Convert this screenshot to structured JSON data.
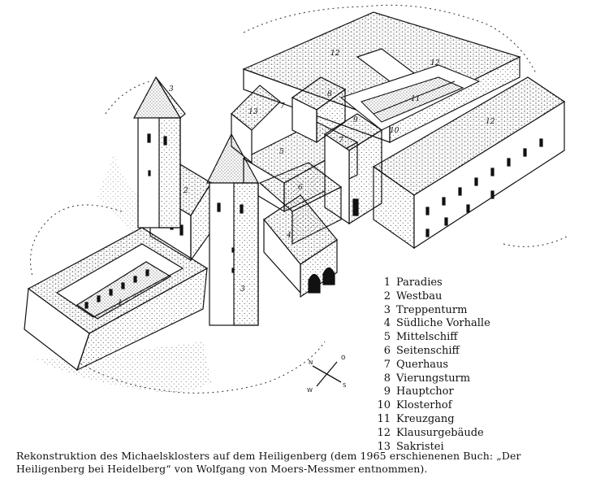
{
  "legend": [
    {
      "num": "1",
      "label": "Paradies"
    },
    {
      "num": "2",
      "label": "Westbau"
    },
    {
      "num": "3",
      "label": "Treppenturm"
    },
    {
      "num": "4",
      "label": "Südliche Vorhalle"
    },
    {
      "num": "5",
      "label": "Mittelschiff"
    },
    {
      "num": "6",
      "label": "Seitenschiff"
    },
    {
      "num": "7",
      "label": "Querhaus"
    },
    {
      "num": "8",
      "label": "Vierungsturm"
    },
    {
      "num": "9",
      "label": "Hauptchor"
    },
    {
      "num": "10",
      "label": "Klosterhof"
    },
    {
      "num": "11",
      "label": "Kreuzgang"
    },
    {
      "num": "12",
      "label": "Klausurgebäude"
    },
    {
      "num": "13",
      "label": "Sakristei"
    }
  ],
  "caption": {
    "line1": "Rekonstruktion des Michaelsklosters auf dem Heiligenberg (dem 1965 erschienenen Buch: „Der",
    "line2": "Heiligenberg bei Heidelberg“ von Wolfgang von Moers-Messmer entnommen)."
  },
  "compass": {
    "n": "N",
    "o": "O",
    "s": "S",
    "w": "W"
  },
  "building_labels": [
    "1",
    "2",
    "3",
    "3",
    "4",
    "5",
    "6",
    "7",
    "7",
    "8",
    "9",
    "10",
    "11",
    "12",
    "12",
    "12",
    "13"
  ]
}
